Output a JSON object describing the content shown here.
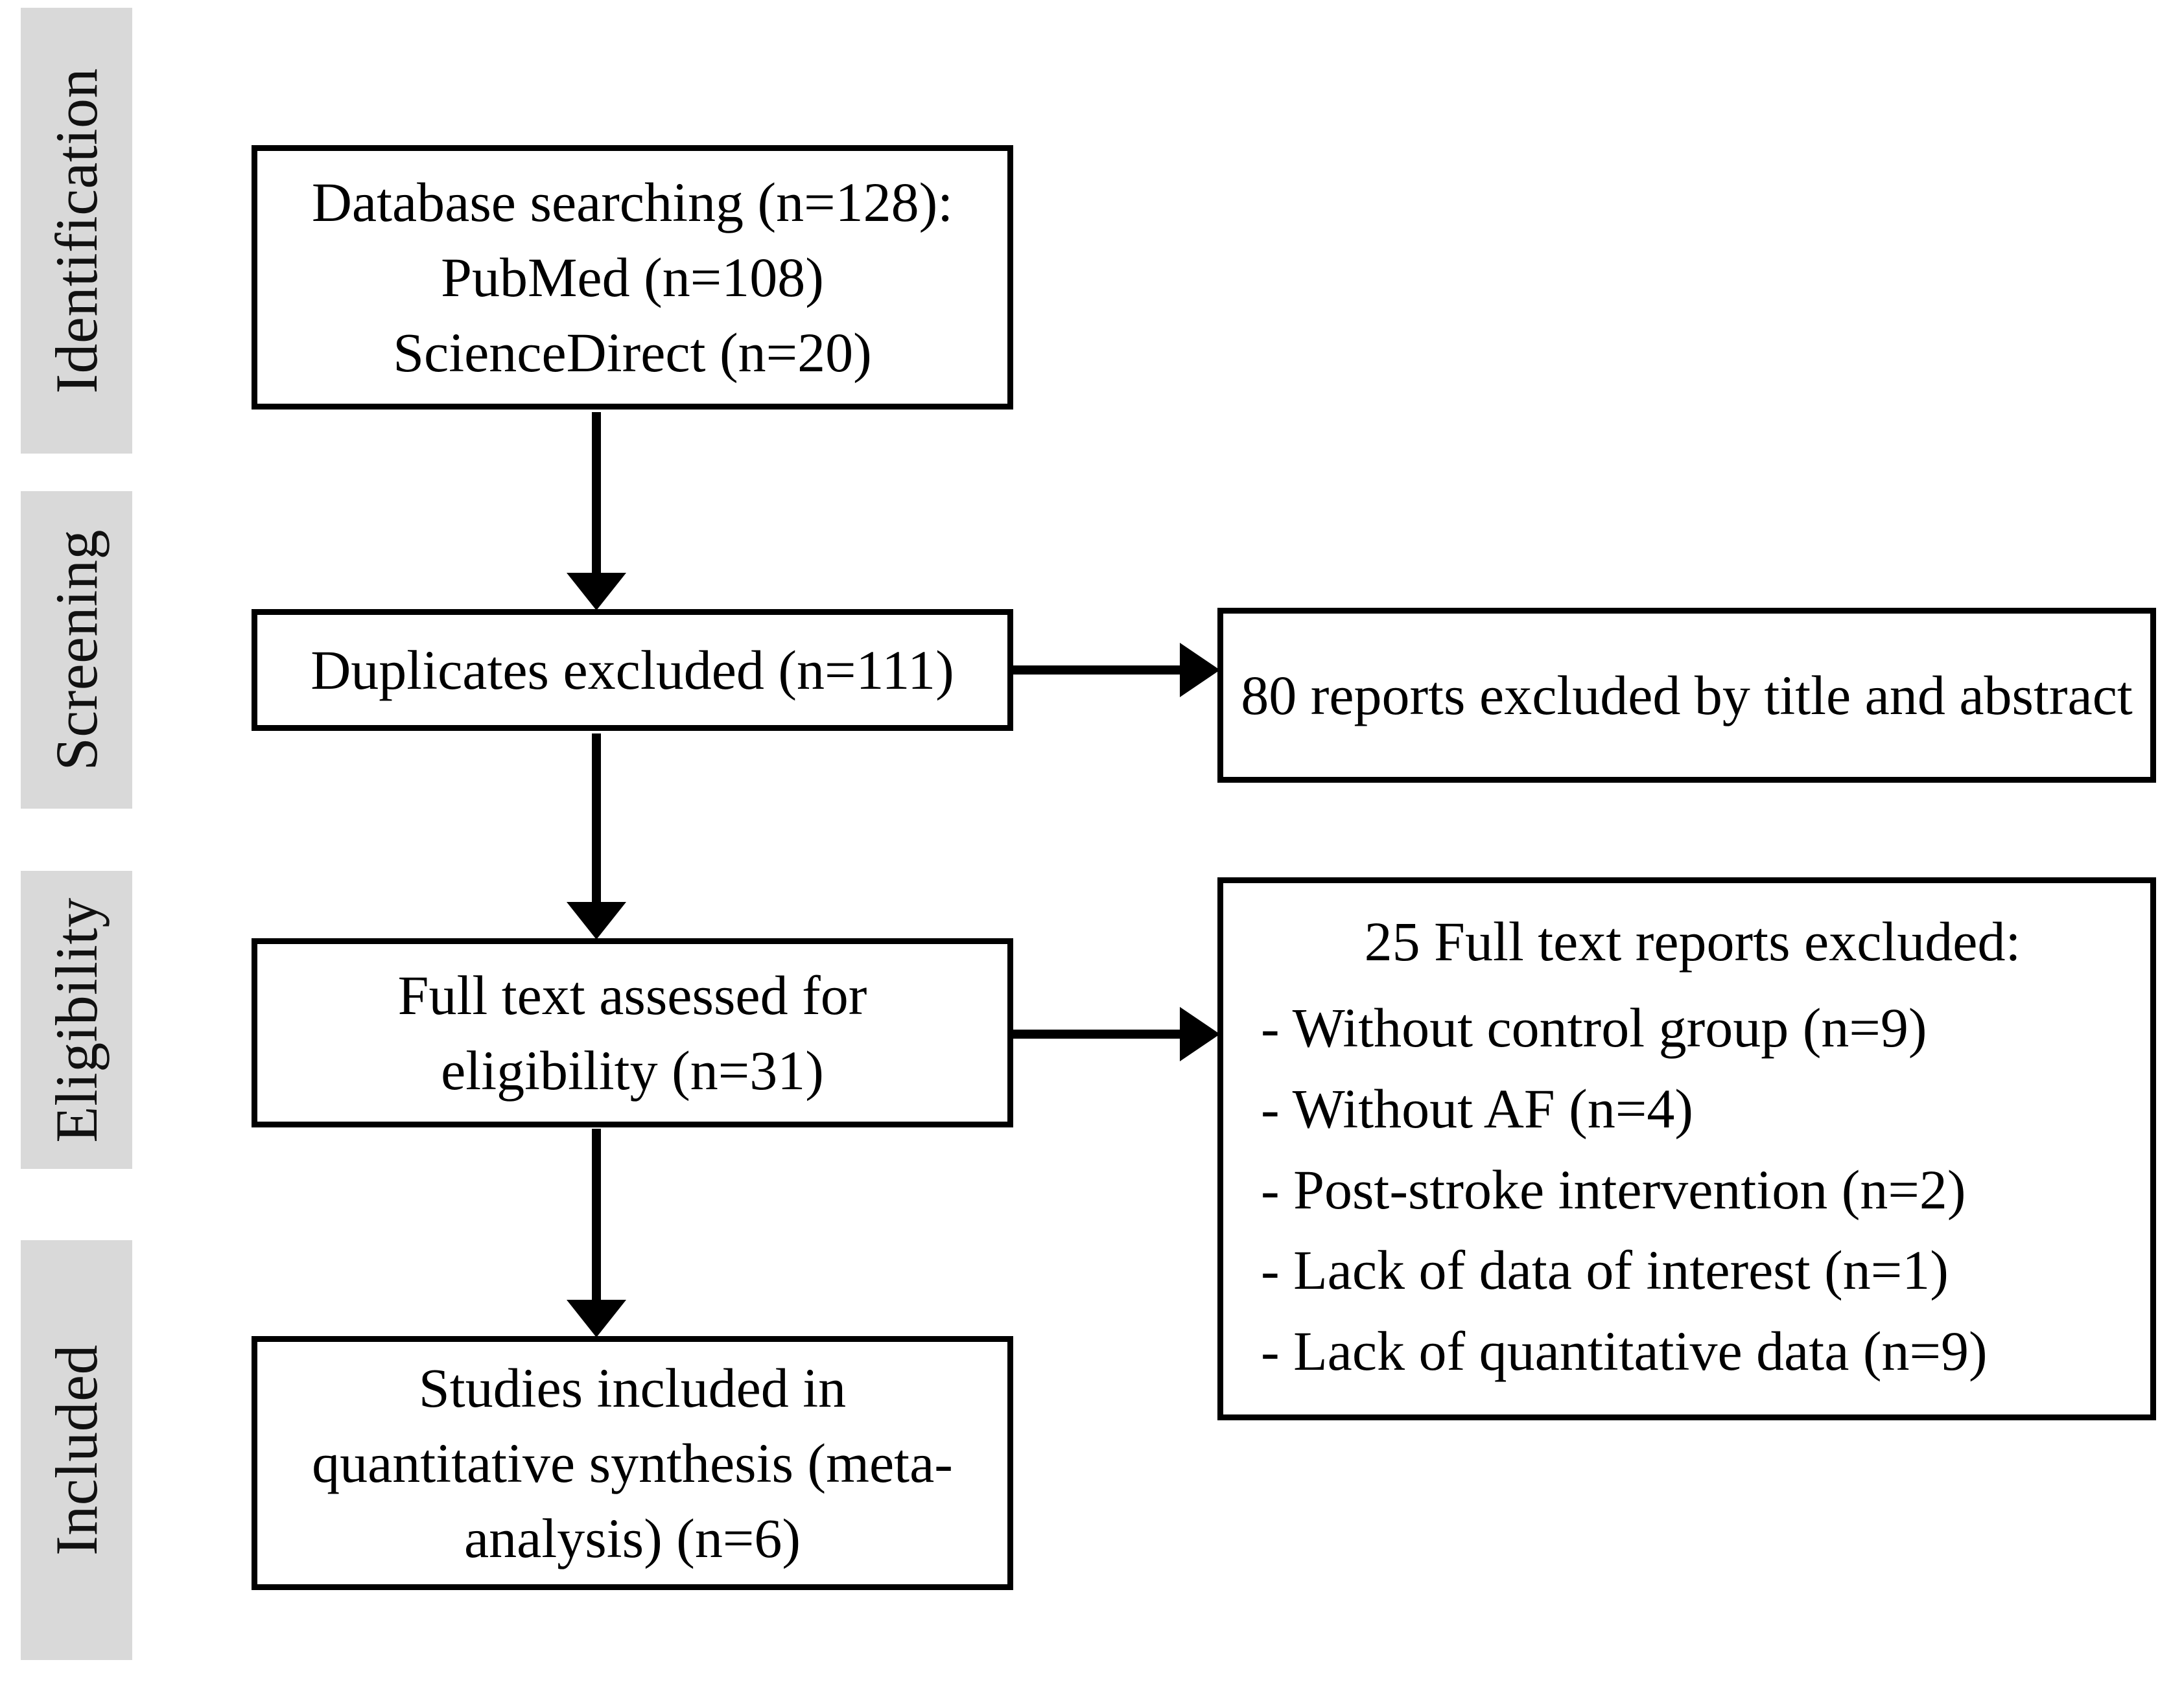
{
  "diagram": {
    "title": "PRISMA study selection flow diagram",
    "background_color": "#ffffff",
    "band_color": "#d9d9d9",
    "line_color": "#000000"
  },
  "stages": [
    {
      "id": "identification",
      "label": "Identification"
    },
    {
      "id": "screening",
      "label": "Screening"
    },
    {
      "id": "eligibility",
      "label": "Eligibility"
    },
    {
      "id": "included",
      "label": "Included"
    }
  ],
  "boxes": {
    "database_searching": {
      "lines": [
        "Database searching (n=128):",
        "PubMed (n=108)",
        "ScienceDirect (n=20)"
      ],
      "text": "Database searching (n=128):\nPubMed (n=108)\nScienceDirect (n=20)"
    },
    "duplicates_excluded": {
      "lines": [
        "Duplicates excluded (n=111)"
      ],
      "text": "Duplicates excluded (n=111)"
    },
    "reports_excluded_title_abstract": {
      "lines": [
        "80 reports excluded by title and",
        "abstract"
      ],
      "text": "80 reports excluded by title and abstract"
    },
    "full_text_assessed": {
      "lines": [
        "Full text assessed for",
        "eligibility (n=31)"
      ],
      "text": "Full text assessed for\neligibility (n=31)"
    },
    "full_text_excluded": {
      "title": "25 Full text reports excluded:",
      "items": [
        "- Without control group (n=9)",
        "- Without AF  (n=4)",
        "- Post-stroke intervention (n=2)",
        "- Lack of data of interest (n=1)",
        "- Lack of quantitative data (n=9)"
      ]
    },
    "studies_included": {
      "lines": [
        "Studies included in",
        "quantitative synthesis (meta-",
        "analysis) (n=6)"
      ],
      "text": "Studies included in\nquantitative synthesis (meta-\nanalysis) (n=6)"
    }
  },
  "connectors": [
    {
      "id": "arrow-identification-to-screening",
      "direction": "down"
    },
    {
      "id": "arrow-screening-to-eligibility",
      "direction": "down"
    },
    {
      "id": "arrow-eligibility-to-included",
      "direction": "down"
    },
    {
      "id": "arrow-duplicates-to-reports-excluded",
      "direction": "right"
    },
    {
      "id": "arrow-fulltext-to-fulltext-excluded",
      "direction": "right"
    }
  ]
}
